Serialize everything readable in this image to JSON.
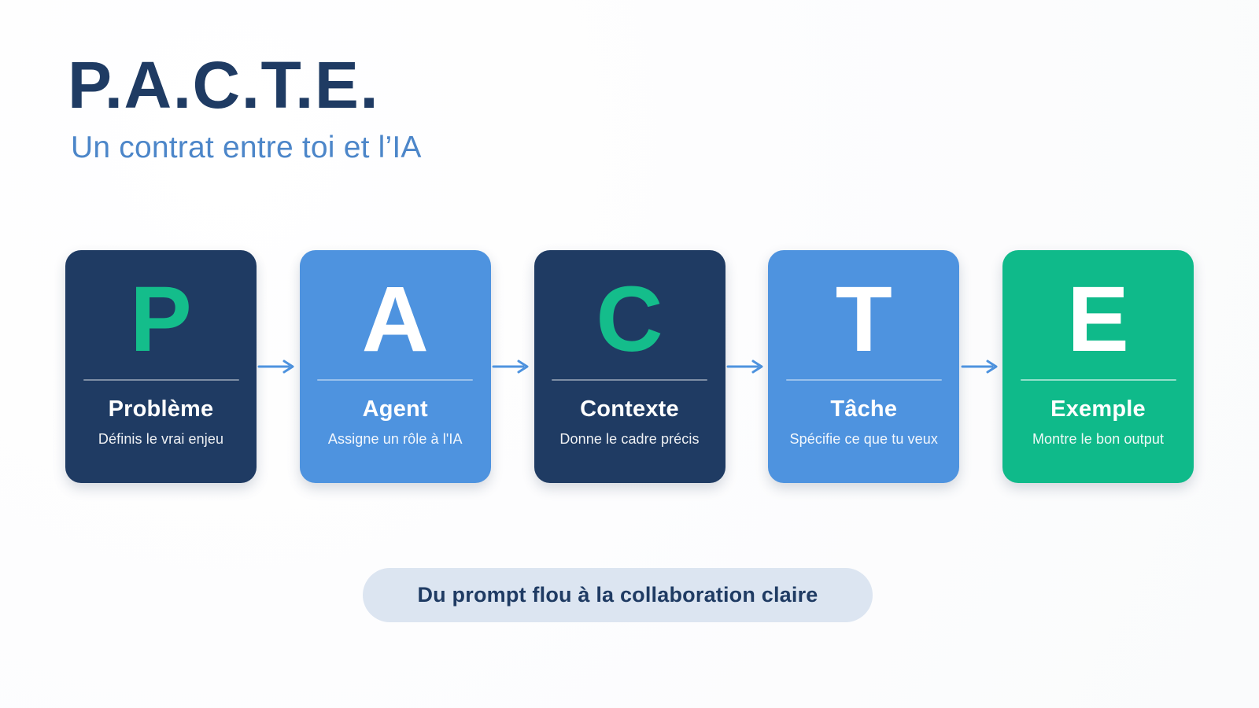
{
  "header": {
    "title": "P.A.C.T.E.",
    "subtitle": "Un contrat entre toi et l’IA"
  },
  "colors": {
    "navy": "#1f3b63",
    "blue": "#4e93df",
    "green": "#0fba8a",
    "letter_green": "#14bd8b",
    "subtitle_blue": "#4c86c9",
    "pill_bg": "#dce5f1",
    "arrow": "#4e93df",
    "page_bg": "#ffffff"
  },
  "cards": [
    {
      "letter": "P",
      "title": "Problème",
      "description": "Définis le vrai enjeu",
      "theme": "navy",
      "letter_color": "green"
    },
    {
      "letter": "A",
      "title": "Agent",
      "description": "Assigne un rôle à l'IA",
      "theme": "blue",
      "letter_color": "white"
    },
    {
      "letter": "C",
      "title": "Contexte",
      "description": "Donne le cadre précis",
      "theme": "navy",
      "letter_color": "green"
    },
    {
      "letter": "T",
      "title": "Tâche",
      "description": "Spécifie ce que tu veux",
      "theme": "blue",
      "letter_color": "white"
    },
    {
      "letter": "E",
      "title": "Exemple",
      "description": "Montre le bon output",
      "theme": "green",
      "letter_color": "white"
    }
  ],
  "arrows": [
    {
      "icon": "arrow-right-icon"
    },
    {
      "icon": "arrow-right-icon"
    },
    {
      "icon": "arrow-right-icon"
    },
    {
      "icon": "arrow-right-icon"
    }
  ],
  "footer": {
    "pill_text": "Du prompt flou à la collaboration claire"
  }
}
